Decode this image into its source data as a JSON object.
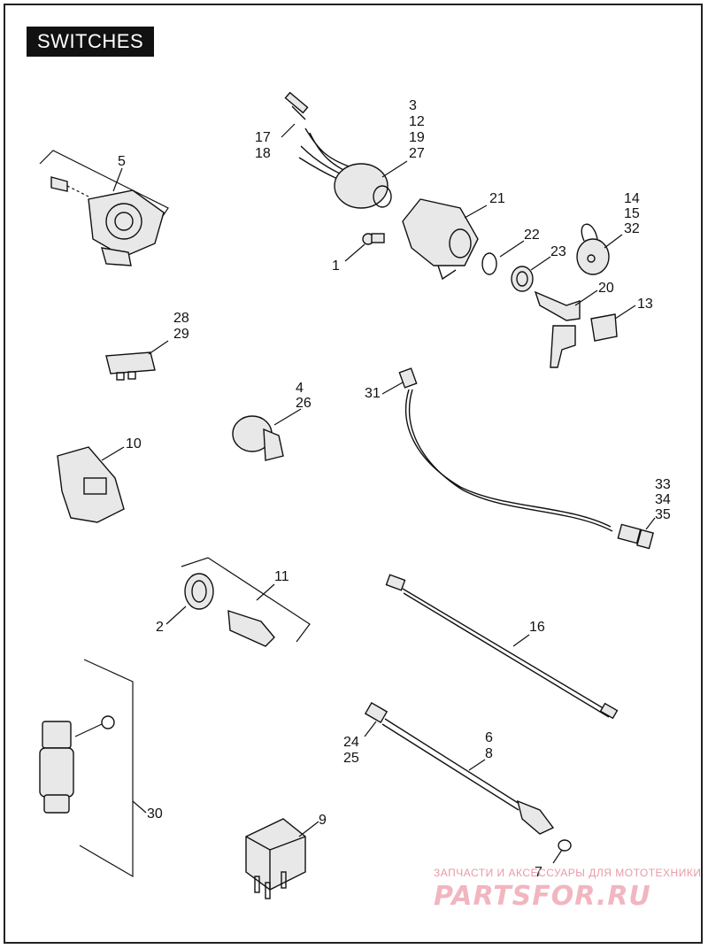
{
  "title": "SWITCHES",
  "callouts": {
    "c1": "1",
    "c2": "2",
    "c3": "3",
    "c12": "12",
    "c19": "19",
    "c27": "27",
    "c4": "4",
    "c26": "26",
    "c5": "5",
    "c6": "6",
    "c8": "8",
    "c7": "7",
    "c9": "9",
    "c10": "10",
    "c11": "11",
    "c13": "13",
    "c14": "14",
    "c15": "15",
    "c32": "32",
    "c16": "16",
    "c17": "17",
    "c18": "18",
    "c20": "20",
    "c21": "21",
    "c22": "22",
    "c23": "23",
    "c24": "24",
    "c25": "25",
    "c28": "28",
    "c29": "29",
    "c30": "30",
    "c31": "31",
    "c33": "33",
    "c34": "34",
    "c35": "35"
  },
  "watermark": {
    "tagline": "ЗАПЧАСТИ И АКСЕССУАРЫ ДЛЯ МОТОТЕХНИКИ",
    "logo": "PARTSFOR.RU"
  }
}
